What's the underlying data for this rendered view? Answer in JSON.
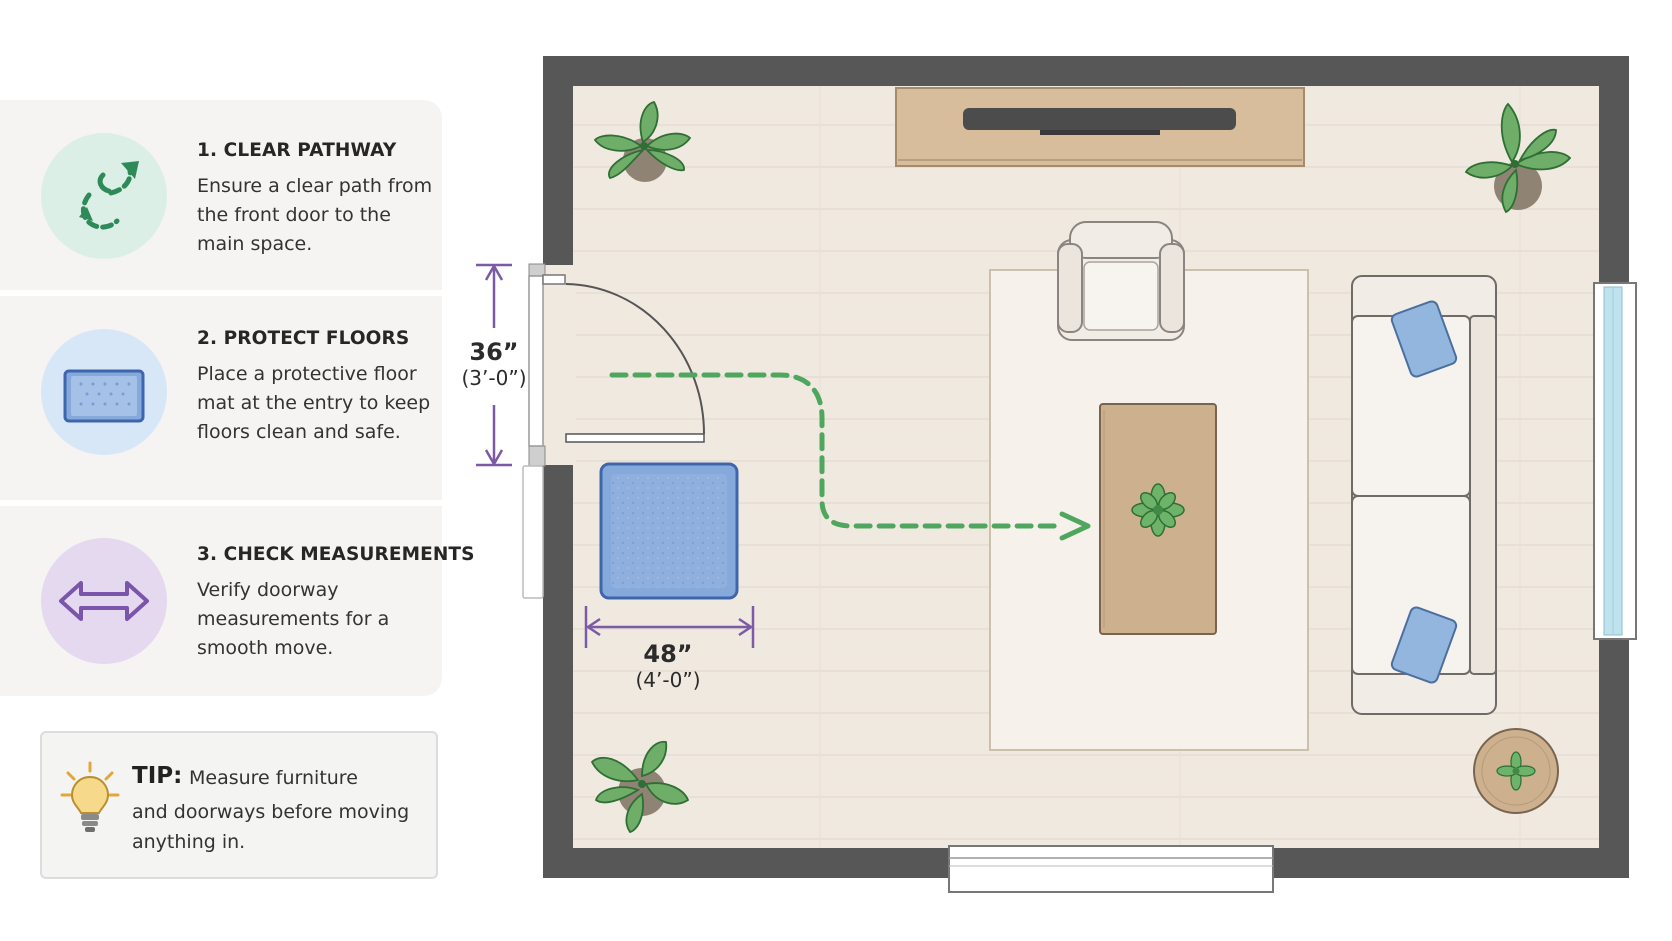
{
  "steps": [
    {
      "title": "1. CLEAR PATHWAY",
      "desc": "Ensure a clear path from the front door to the main space.",
      "icon": "circular-arrows-icon",
      "color": "#dcefe6",
      "iconColor": "#2f8a5a"
    },
    {
      "title": "2. PROTECT FLOORS",
      "desc": "Place a protective floor mat at the entry to keep floors clean and safe.",
      "icon": "floor-mat-icon",
      "color": "#d7e7f8",
      "iconColor": "#4a78c2"
    },
    {
      "title": "3. CHECK MEASUREMENTS",
      "desc": "Verify doorway measurements for a smooth move.",
      "icon": "double-arrow-icon",
      "color": "#e5d9f0",
      "iconColor": "#7a55aa"
    }
  ],
  "tip": {
    "label": "TIP:",
    "text_first": "Measure furniture",
    "text_rest": "and doorways before moving anything in."
  },
  "floorplan": {
    "door_width": {
      "main": "36”",
      "sub": "(3’-0”)"
    },
    "mat_width": {
      "main": "48”",
      "sub": "(4’-0”)"
    },
    "colors": {
      "wall": "#575757",
      "floor": "#f0e9e0",
      "path": "#4fa65e",
      "dimension": "#7b5aa6",
      "mat": "#86a9dc",
      "wood": "#d3b896",
      "plant": "#5fa05a"
    }
  }
}
